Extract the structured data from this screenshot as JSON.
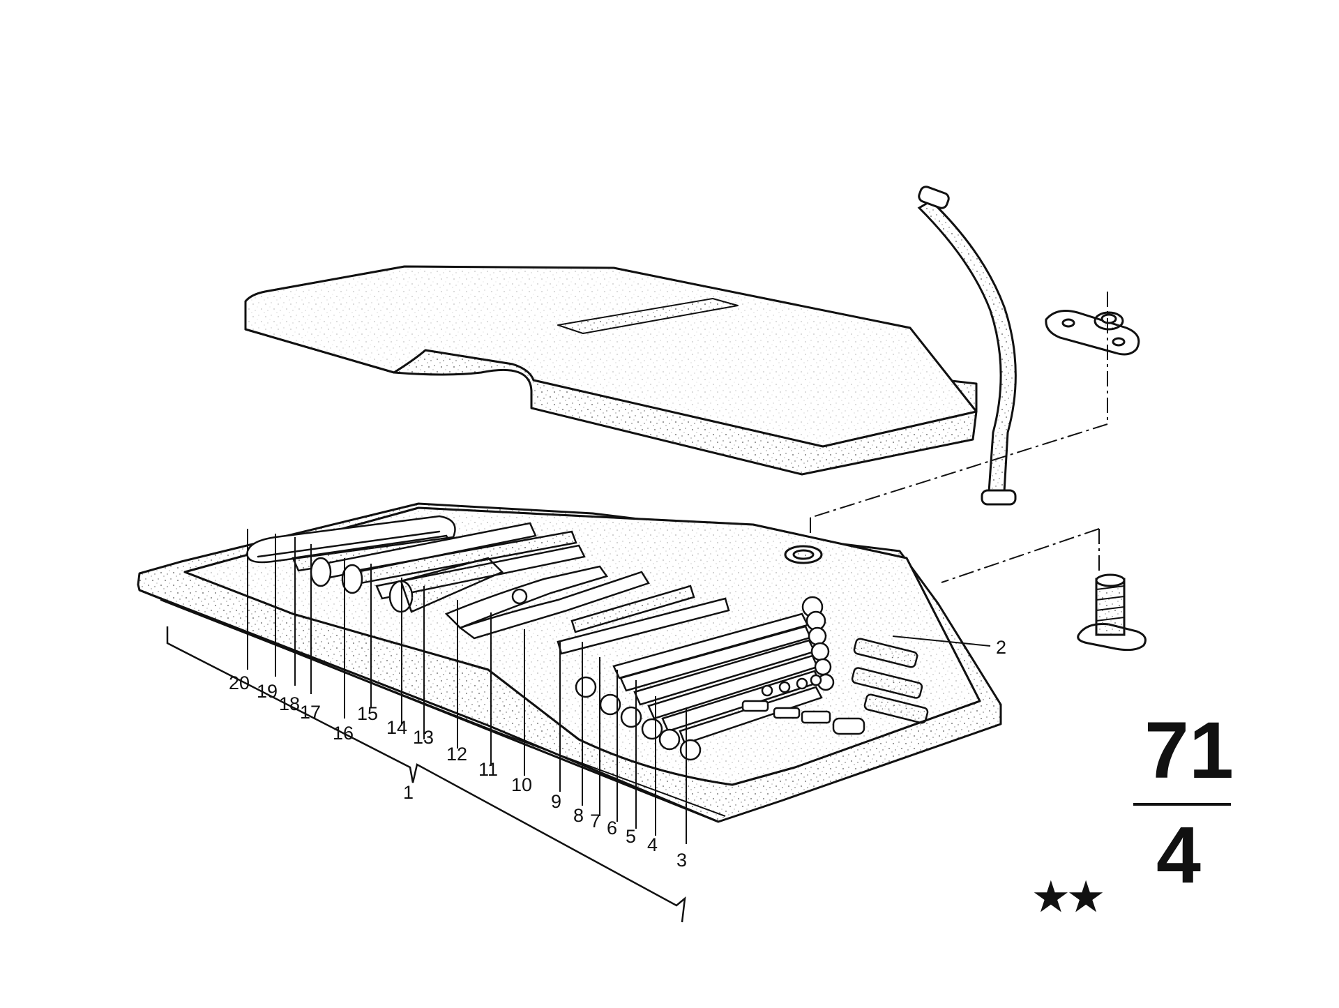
{
  "diagram": {
    "callouts": [
      "1",
      "2",
      "3",
      "4",
      "5",
      "6",
      "7",
      "8",
      "9",
      "10",
      "11",
      "12",
      "13",
      "14",
      "15",
      "16",
      "17",
      "18",
      "19",
      "20"
    ],
    "section": {
      "group": "71",
      "page": "4",
      "marker": "★★"
    },
    "colors": {
      "line": "#111111",
      "paper": "#ffffff",
      "speckle": "#555555"
    }
  }
}
